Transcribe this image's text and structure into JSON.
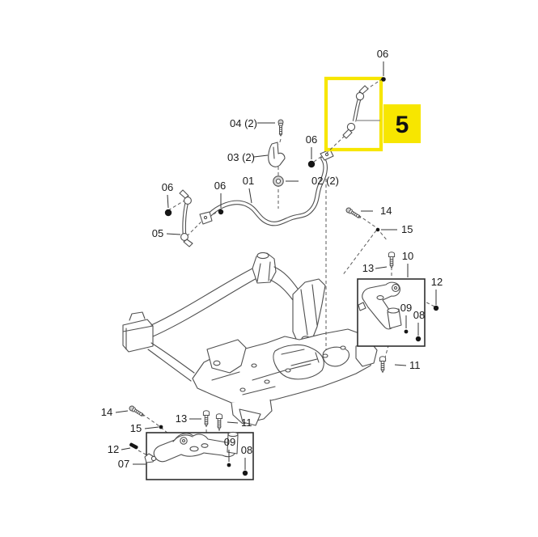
{
  "page": {
    "background": "#ffffff"
  },
  "diagram": {
    "type": "suspension-parts-diagram",
    "highlight": {
      "number": "5",
      "fill": "#F7E600",
      "text_color": "#111111"
    },
    "colors": {
      "line": "#4f4f4f",
      "label": "#1a1a1a",
      "box_border": "#2e2e2e",
      "dashed_line": "#5a5a5a",
      "fastener_dot": "#161616",
      "bushing_fill": "#d9d9d9"
    },
    "labels": [
      {
        "text": "06"
      },
      {
        "text": "04 (2)"
      },
      {
        "text": "03 (2)"
      },
      {
        "text": "06"
      },
      {
        "text": "02 (2)"
      },
      {
        "text": "01"
      },
      {
        "text": "06"
      },
      {
        "text": "06"
      },
      {
        "text": "05"
      },
      {
        "text": "14"
      },
      {
        "text": "15"
      },
      {
        "text": "13"
      },
      {
        "text": "10"
      },
      {
        "text": "12"
      },
      {
        "text": "09"
      },
      {
        "text": "08"
      },
      {
        "text": "11"
      },
      {
        "text": "14"
      },
      {
        "text": "13"
      },
      {
        "text": "11"
      },
      {
        "text": "15"
      },
      {
        "text": "12"
      },
      {
        "text": "09"
      },
      {
        "text": "08"
      },
      {
        "text": "07"
      }
    ]
  }
}
